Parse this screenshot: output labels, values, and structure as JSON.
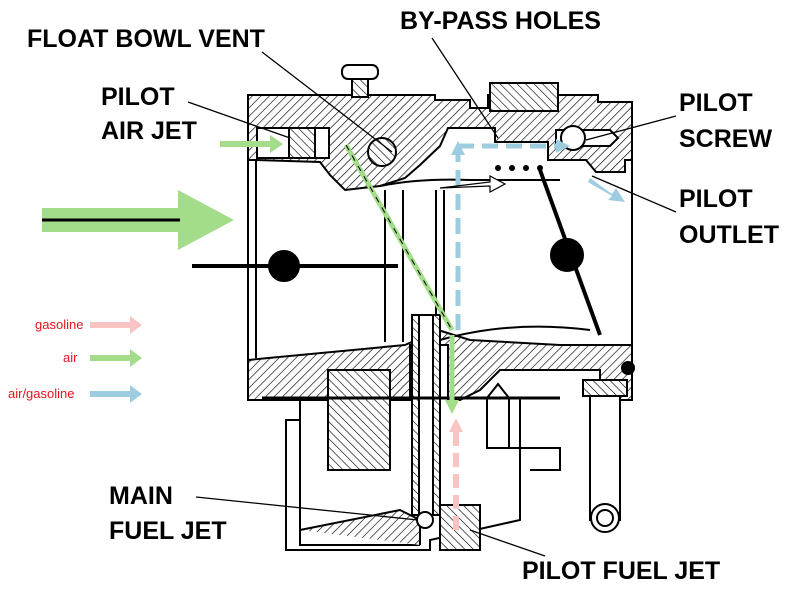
{
  "labels": {
    "float_bowl_vent": "FLOAT BOWL VENT",
    "by_pass_holes": "BY-PASS HOLES",
    "pilot_air_jet_line1": "PILOT",
    "pilot_air_jet_line2": "AIR JET",
    "pilot_screw_line1": "PILOT",
    "pilot_screw_line2": "SCREW",
    "pilot_outlet_line1": "PILOT",
    "pilot_outlet_line2": "OUTLET",
    "main_fuel_jet_line1": "MAIN",
    "main_fuel_jet_line2": "FUEL JET",
    "pilot_fuel_jet": "PILOT FUEL JET"
  },
  "legend": {
    "gasoline": "gasoline",
    "air": "air",
    "air_gasoline": "air/gasoline"
  },
  "colors": {
    "gasoline": "#f9c3c3",
    "air": "#a3dd8a",
    "air_gasoline": "#9fcde0",
    "outline": "#000000",
    "legend_text": "#e8141c"
  }
}
